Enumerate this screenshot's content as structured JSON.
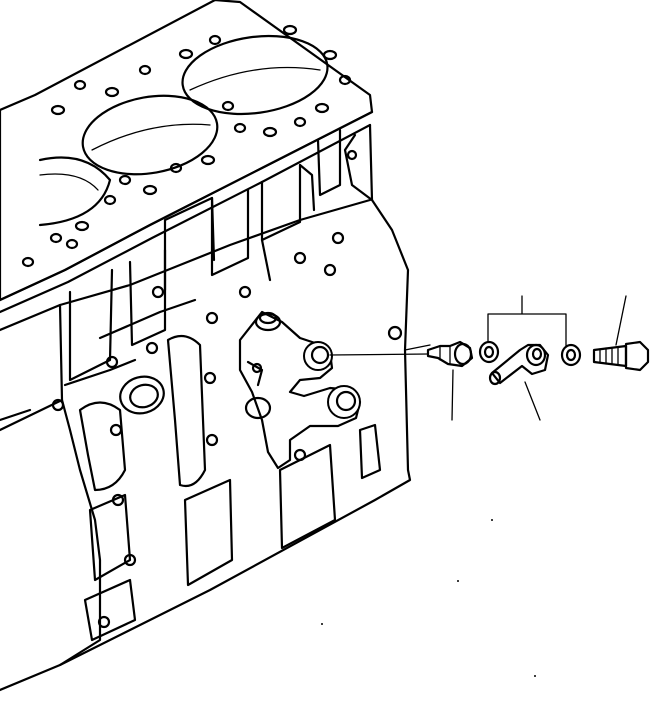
{
  "diagram": {
    "kind": "exploded parts view",
    "subject_icon": "engine-block-icon",
    "callouts": [
      {
        "id": "union-fitting",
        "icon": "union-fitting-icon"
      },
      {
        "id": "washer-pair",
        "icon": "washer-icon"
      },
      {
        "id": "elbow-fitting",
        "icon": "elbow-fitting-icon"
      },
      {
        "id": "hollow-bolt",
        "icon": "bolt-icon"
      }
    ]
  }
}
